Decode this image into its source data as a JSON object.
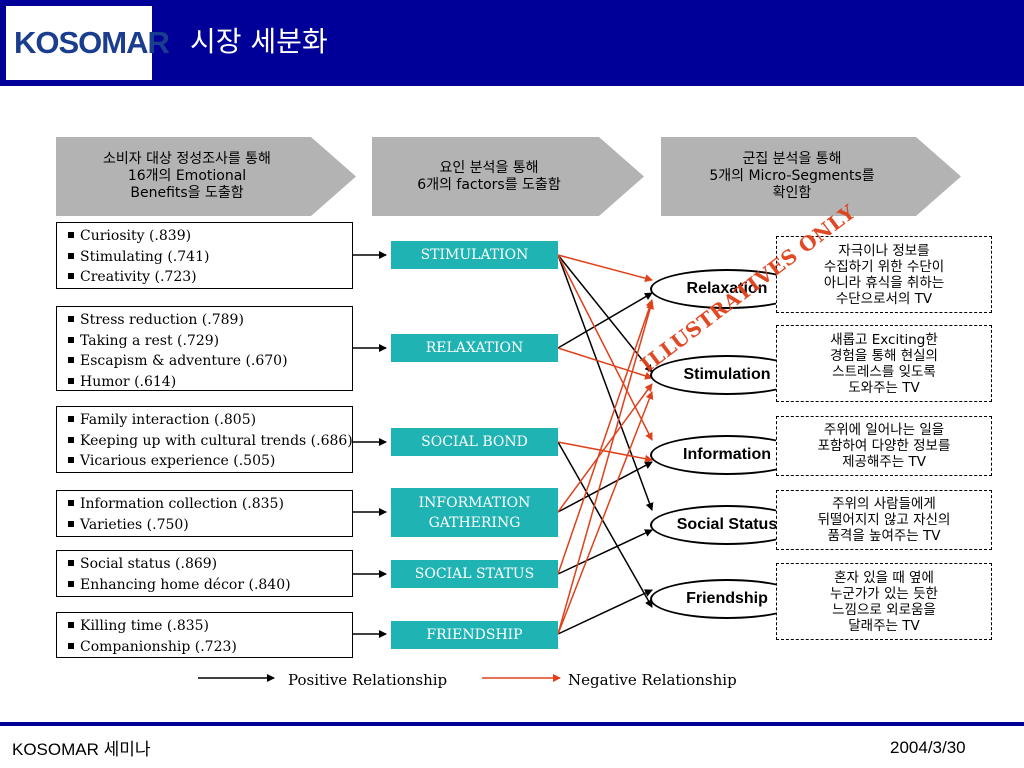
{
  "header": {
    "logo_text": "KOSOMAR",
    "title": "시장 세분화",
    "background_color": "#000099"
  },
  "steps": [
    {
      "lines": [
        "소비자 대상 정성조사를 통해",
        "16개의 Emotional",
        "Benefits을 도출함"
      ]
    },
    {
      "lines": [
        "요인 분석을 통해",
        "6개의 factors를 도출함"
      ]
    },
    {
      "lines": [
        "군집 분석을 통해",
        "5개의 Micro-Segments를",
        "확인함"
      ]
    }
  ],
  "benefit_groups": [
    {
      "items": [
        "Curiosity (.839)",
        "Stimulating (.741)",
        "Creativity (.723)"
      ]
    },
    {
      "items": [
        "Stress reduction (.789)",
        "Taking a rest (.729)",
        "Escapism & adventure (.670)",
        "Humor (.614)"
      ]
    },
    {
      "items": [
        "Family interaction (.805)",
        "Keeping up with cultural trends (.686)",
        "Vicarious experience (.505)"
      ]
    },
    {
      "items": [
        "Information collection (.835)",
        "Varieties (.750)"
      ]
    },
    {
      "items": [
        "Social status (.869)",
        "Enhancing home décor (.840)"
      ]
    },
    {
      "items": [
        "Killing time (.835)",
        "Companionship (.723)"
      ]
    }
  ],
  "factors": [
    {
      "lines": [
        "STIMULATION"
      ]
    },
    {
      "lines": [
        "RELAXATION"
      ]
    },
    {
      "lines": [
        "SOCIAL BOND"
      ]
    },
    {
      "lines": [
        "INFORMATION",
        "GATHERING"
      ]
    },
    {
      "lines": [
        "SOCIAL STATUS"
      ]
    },
    {
      "lines": [
        "FRIENDSHIP"
      ]
    }
  ],
  "segments": [
    {
      "name": "Relaxation",
      "description": [
        "자극이나 정보를",
        "수집하기 위한 수단이",
        "아니라 휴식을 취하는",
        "수단으로서의 TV"
      ]
    },
    {
      "name": "Stimulation",
      "description": [
        "새롭고 Exciting한",
        "경험을 통해 현실의",
        "스트레스를 잊도록",
        "도와주는 TV"
      ]
    },
    {
      "name": "Information",
      "description": [
        "주위에 일어나는 일을",
        "포함하여 다양한 정보를",
        "제공해주는 TV"
      ]
    },
    {
      "name": "Social Status",
      "description": [
        "주위의 사람들에게",
        "뒤떨어지지 않고 자신의",
        "품격을 높여주는 TV"
      ]
    },
    {
      "name": "Friendship",
      "description": [
        "혼자 있을 때 옆에",
        "누군가가 있는 듯한",
        "느낌으로 외로움을",
        "달래주는 TV"
      ]
    }
  ],
  "watermark": "ILLUSTRATIVES ONLY",
  "legend": {
    "positive": "Positive Relationship",
    "negative": "Negative Relationship"
  },
  "colors": {
    "factor_box": "#1fb3b3",
    "step_arrow": "#b3b3b3",
    "positive_line": "#000000",
    "negative_line": "#e0401a",
    "watermark": "#e0401a"
  },
  "footer": {
    "left": "KOSOMAR 세미나",
    "right": "2004/3/30"
  }
}
